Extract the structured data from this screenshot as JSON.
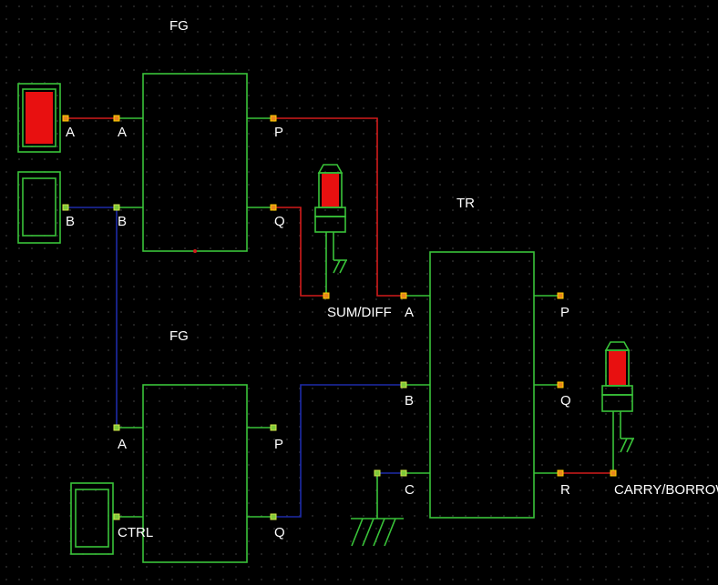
{
  "blocks": {
    "fg_top": {
      "title": "FG",
      "in_a": "A",
      "in_b": "B",
      "out_p": "P",
      "out_q": "Q"
    },
    "fg_bottom": {
      "title": "FG",
      "in_a": "A",
      "in_ctrl": "CTRL",
      "out_p": "P",
      "out_q": "Q"
    },
    "tr": {
      "title": "TR",
      "in_a": "A",
      "in_b": "B",
      "in_c": "C",
      "out_p": "P",
      "out_q": "Q",
      "out_r": "R"
    }
  },
  "inputs": {
    "switch_a": {
      "label": "A",
      "state": "on"
    },
    "switch_b": {
      "label": "B",
      "state": "off"
    },
    "switch_ctrl": {
      "state": "off"
    }
  },
  "outputs": {
    "sum_diff": {
      "label": "SUM/DIFF",
      "state": "on"
    },
    "carry_borrow": {
      "label": "CARRY/BORROW",
      "state": "on"
    }
  },
  "colors": {
    "block": "#39c339",
    "wire_high": "#d11b1b",
    "wire_low": "#1d2aa8",
    "lamp_on": "#e81010",
    "background": "#000000"
  }
}
